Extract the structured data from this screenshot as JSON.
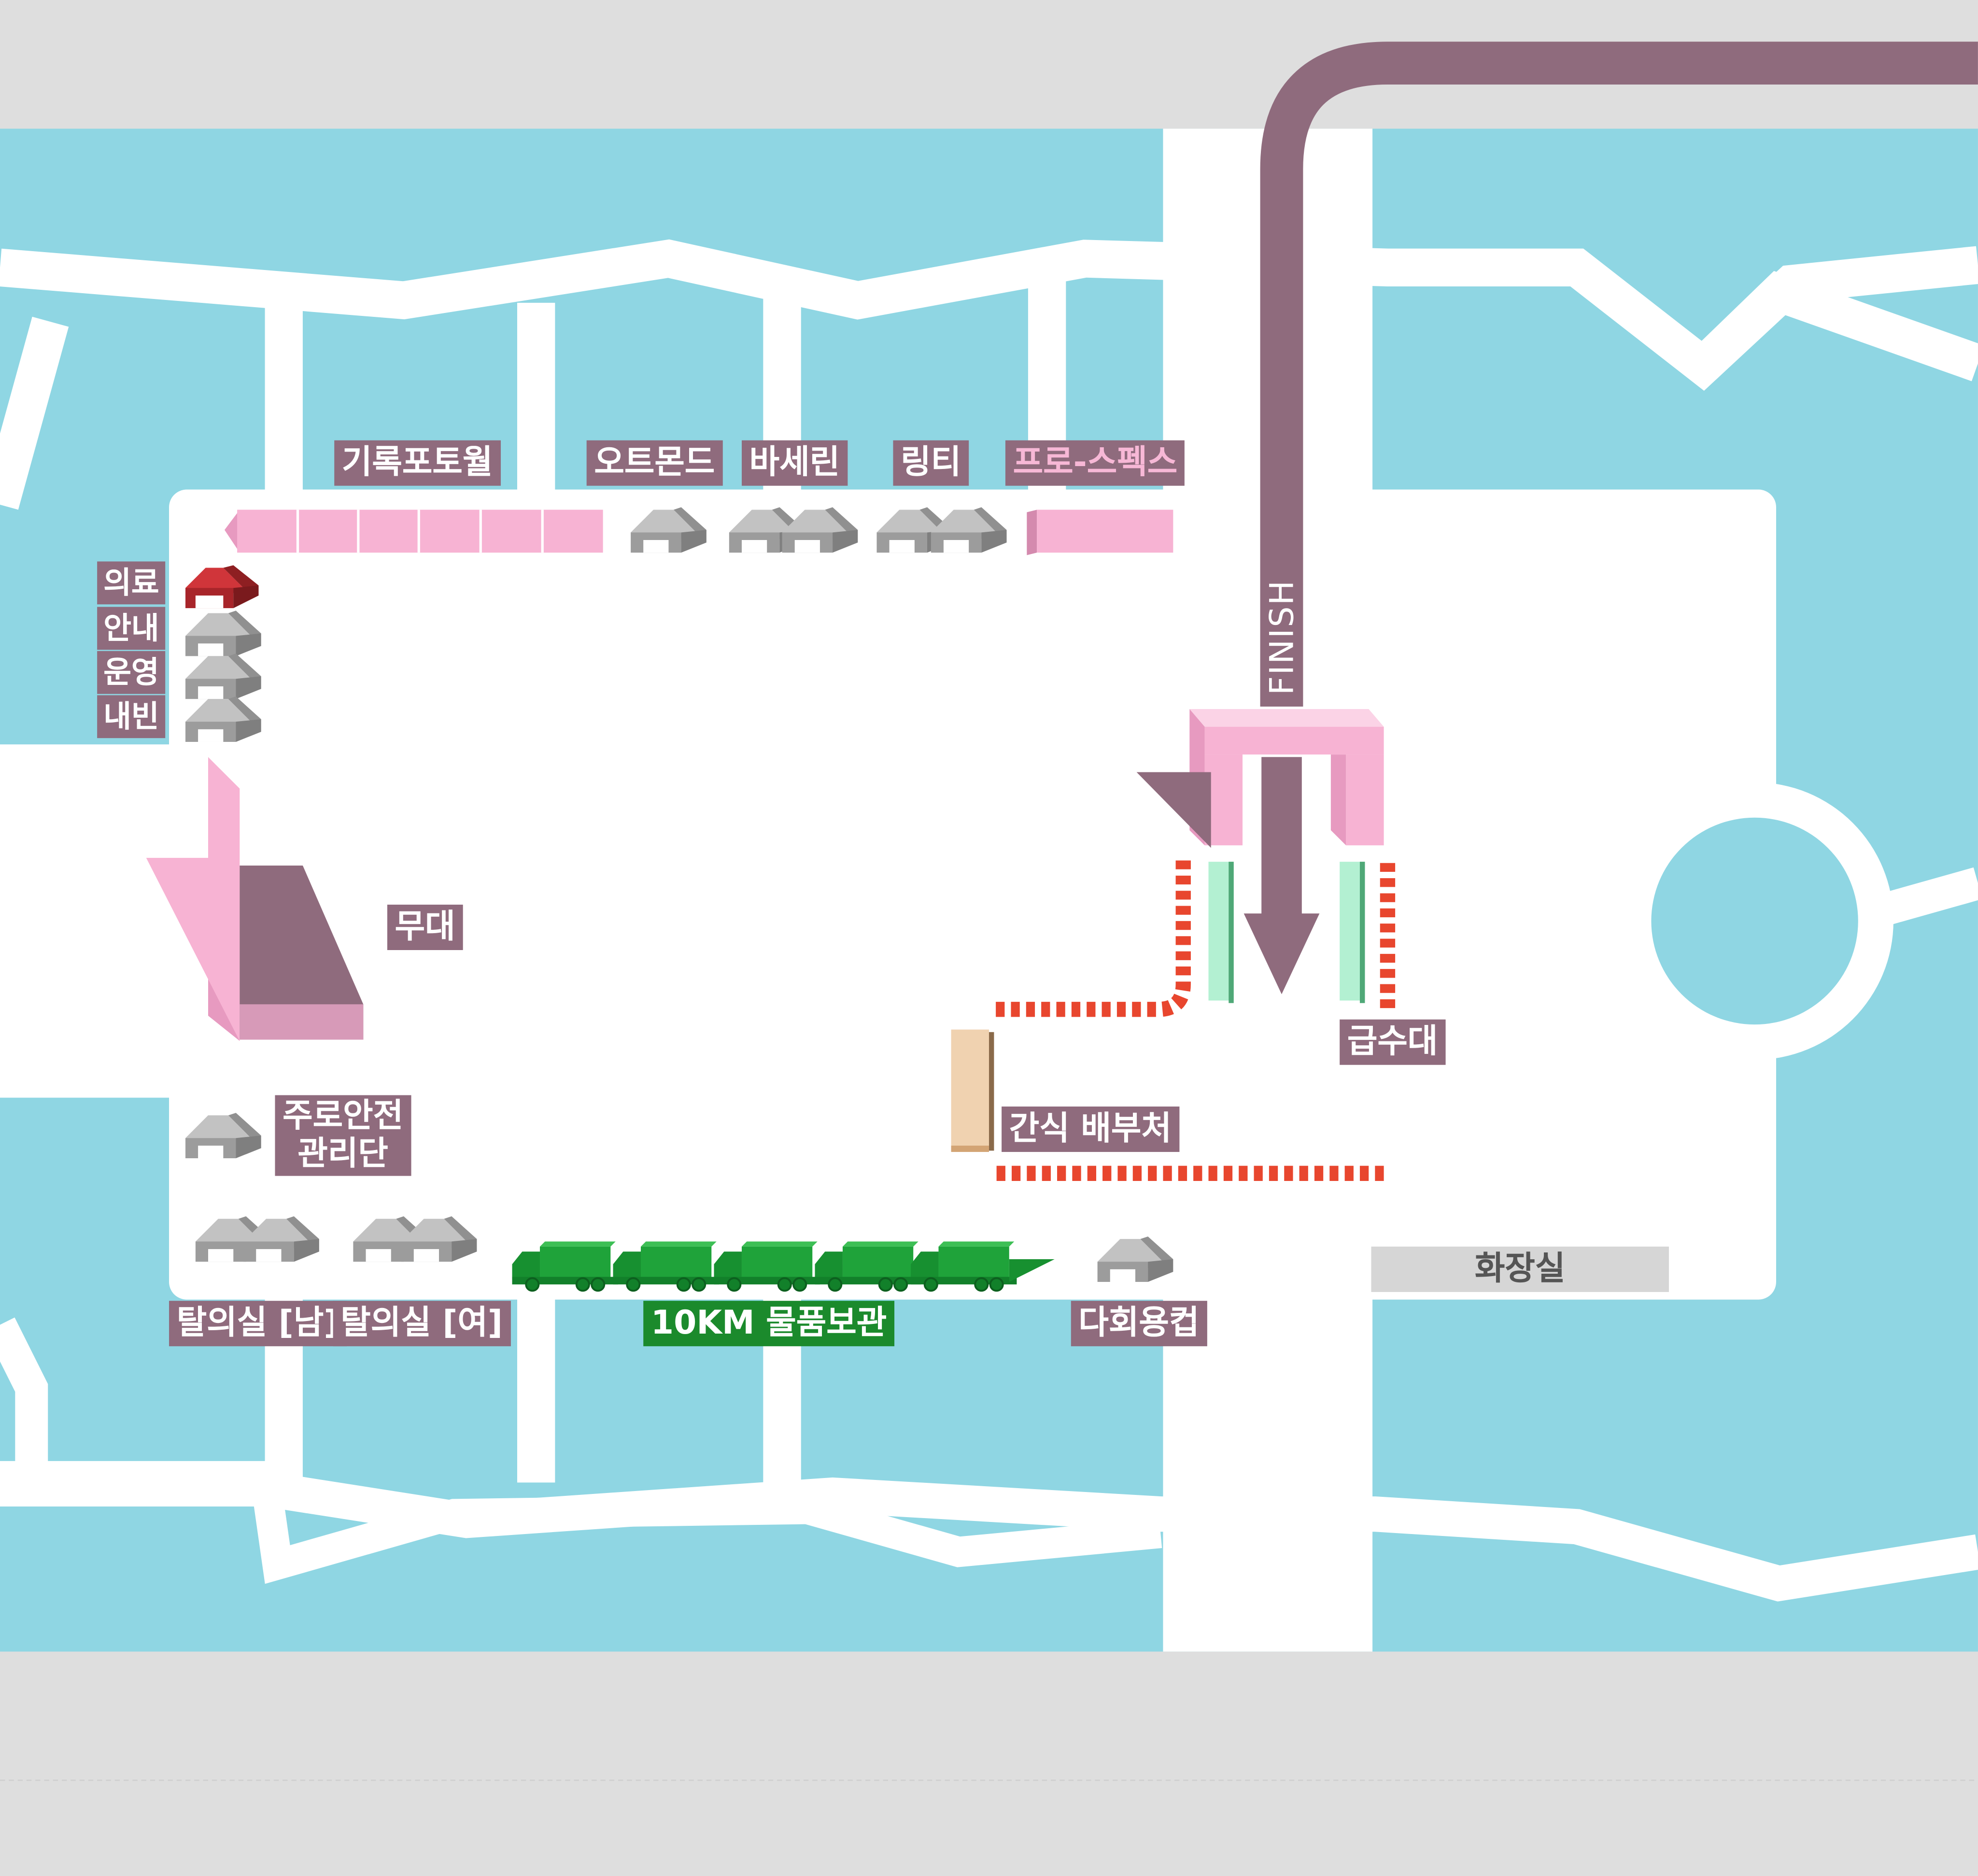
{
  "colors": {
    "water": "#8fd6e3",
    "road": "#ffffff",
    "background": "#dedede",
    "label": "#8f6b7d",
    "route": "#8f6b7d",
    "pink_booth": "#f7b3d3",
    "tent": "#a4a4a4",
    "medical_tent": "#b3262a",
    "water_station": "#b3f0d2",
    "barrier": "#e8462e",
    "snack_table": "#f0d2b0",
    "truck": "#1fa33a"
  },
  "labels": {
    "photo_wall": "기록포토월",
    "otmond": "오트몬드",
    "vaseline": "바세린",
    "ringti": "링티",
    "prospecs": "프로-스펙스",
    "medical": "의료",
    "info": "안내",
    "operation": "운영",
    "vip": "내빈",
    "stage": "무대",
    "safety_line1": "주로안전",
    "safety_line2": "관리단",
    "changing_m": "탈의실 [남]",
    "changing_f": "탈의실 [여]",
    "storage_10k": "10KM 물품보관",
    "cups": "다회용컵",
    "water_station": "급수대",
    "snack": "간식 배부처",
    "toilet": "화장실",
    "finish": "FINISH"
  },
  "icons": {
    "tent": "tent-icon",
    "medical_tent": "medical-tent-icon",
    "truck": "truck-icon"
  }
}
